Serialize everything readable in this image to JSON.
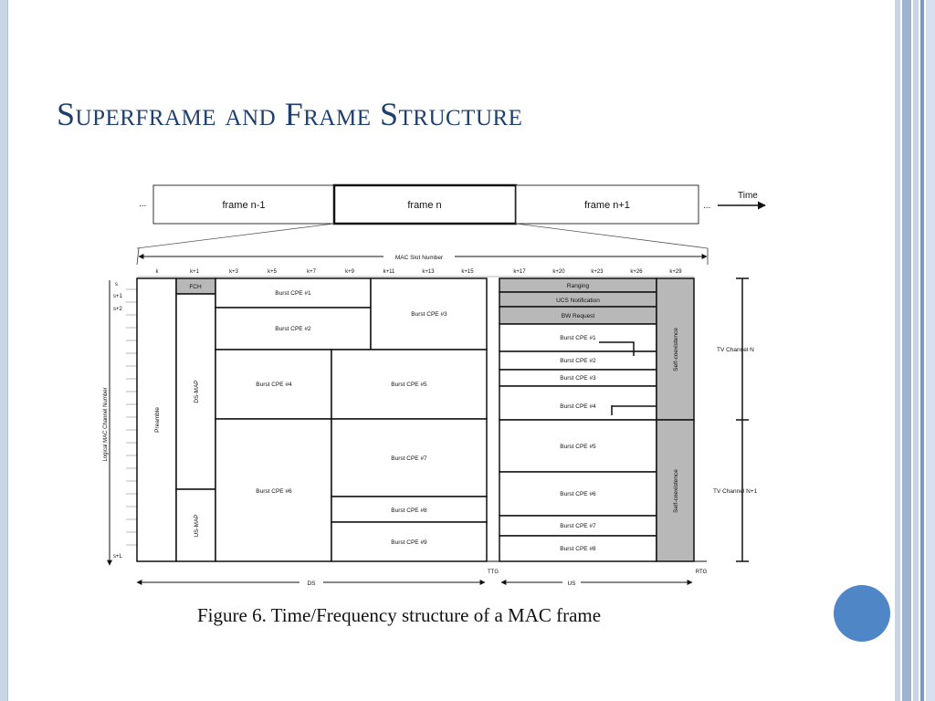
{
  "title": "Superframe and Frame Structure",
  "caption": "Figure 6. Time/Frequency structure of a MAC frame",
  "frames": {
    "dots_left": "...",
    "prev": "frame n-1",
    "current": "frame n",
    "next": "frame n+1",
    "dots_right": "...",
    "time": "Time"
  },
  "mac_slot_number": "MAC Slot Number",
  "slot_labels": [
    "k",
    "k+1",
    "k+3",
    "k+5",
    "k+7",
    "k+9",
    "k+11",
    "k+13",
    "k+15",
    "k+17",
    "k+20",
    "k+23",
    "k+26",
    "k+29"
  ],
  "channel_labels": [
    "s",
    "s+1",
    "s+2",
    "s+L"
  ],
  "logical_axis": "Logical MAC Channel Number",
  "ds": {
    "preamble": "Preamble",
    "fch": "FCH",
    "ds_map": "DS-MAP",
    "us_map": "US-MAP",
    "bursts": [
      "Burst CPE #1",
      "Burst CPE #2",
      "Burst CPE #3",
      "Burst CPE #4",
      "Burst CPE #5",
      "Burst CPE #6",
      "Burst CPE #7",
      "Burst CPE #8",
      "Burst CPE #9"
    ]
  },
  "us": {
    "ranging": "Ranging",
    "ucs": "UCS Notification",
    "bw": "BW Request",
    "bursts": [
      "Burst CPE #1",
      "Burst CPE #2",
      "Burst CPE #3",
      "Burst CPE #4",
      "Burst CPE #5",
      "Burst CPE #6",
      "Burst CPE #7",
      "Burst CPE #8"
    ],
    "self_coexistence": "Self-coexistence"
  },
  "tv_channels": [
    "TV Channel N",
    "TV Channel N+1"
  ],
  "ttg": "TTG",
  "rtg": "RTG",
  "ds_label": "DS",
  "us_label": "US",
  "colors": {
    "title": "#1f3f6e",
    "accent": "#4f86c6",
    "gray_fill": "#b8b8b8"
  }
}
